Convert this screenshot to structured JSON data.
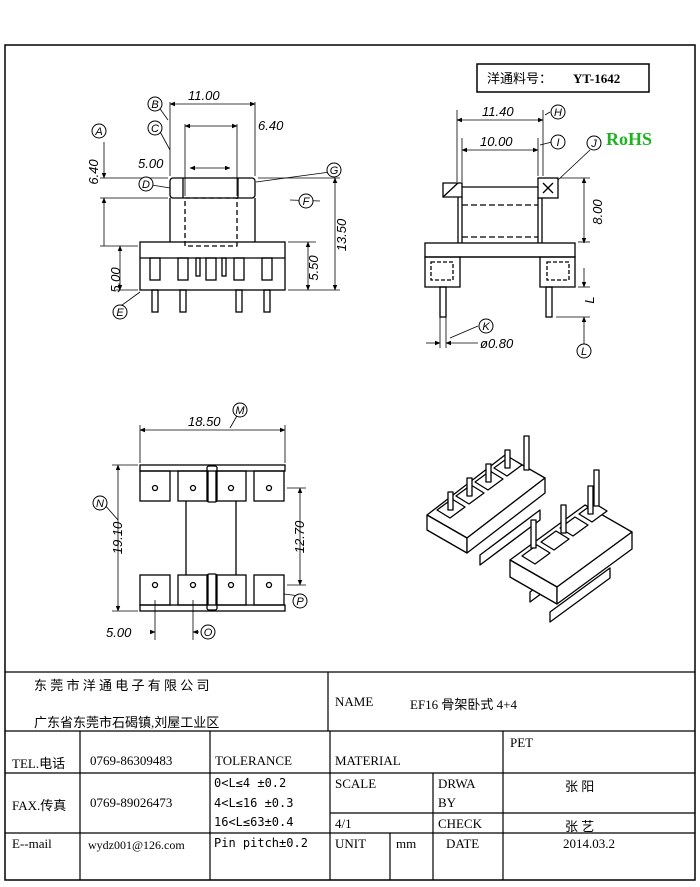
{
  "part_box": {
    "label": "洋通料号：",
    "value": "YT-1642"
  },
  "rohs": {
    "text": "RoHS",
    "color": "#1db321"
  },
  "dims": {
    "d_11_00": "11.00",
    "d_6_40_top": "6.40",
    "d_6_40_side": "6.40",
    "d_5_00_mid": "5.00",
    "d_13_50": "13.50",
    "d_5_50": "5.50",
    "d_5_00_side": "5.00",
    "d_11_40": "11.40",
    "d_10_00": "10.00",
    "d_8_00": "8.00",
    "d_L": "L",
    "d_0_80": "ø0.80",
    "d_18_50": "18.50",
    "d_19_10": "19.10",
    "d_12_70": "12.70",
    "d_5_00_bottom": "5.00"
  },
  "callouts": [
    "A",
    "B",
    "C",
    "D",
    "E",
    "F",
    "G",
    "H",
    "I",
    "J",
    "K",
    "L",
    "M",
    "N",
    "O",
    "P"
  ],
  "title_block": {
    "company": "东 莞 市 洋 通 电 子 有 限 公 司",
    "address": "广东省东莞市石碣镇,刘屋工业区",
    "name_label": "NAME",
    "name_value": "EF16 骨架卧式 4+4",
    "tel_label": "TEL.电话",
    "tel_value": "0769-86309483",
    "fax_label": "FAX.传真",
    "fax_value": "0769-89026473",
    "email_label": "E--mail",
    "email_value": "wydz001@126.com",
    "tolerance_label": "TOLERANCE",
    "tol_1": "0<L≤4  ±0.2",
    "tol_2": "4<L≤16 ±0.3",
    "tol_3": "16<L≤63±0.4",
    "tol_4": "Pin pitch±0.2",
    "material_label": "MATERIAL",
    "material_value": "PET",
    "scale_label": "SCALE",
    "scale_value": "4/1",
    "draw_label_1": "DRWA",
    "draw_label_2": "BY",
    "draw_value": "张 阳",
    "check_label": "CHECK",
    "check_value": "张 艺",
    "unit_label": "UNIT",
    "unit_value": "mm",
    "date_label": "DATE",
    "date_value": "2014.03.2"
  }
}
